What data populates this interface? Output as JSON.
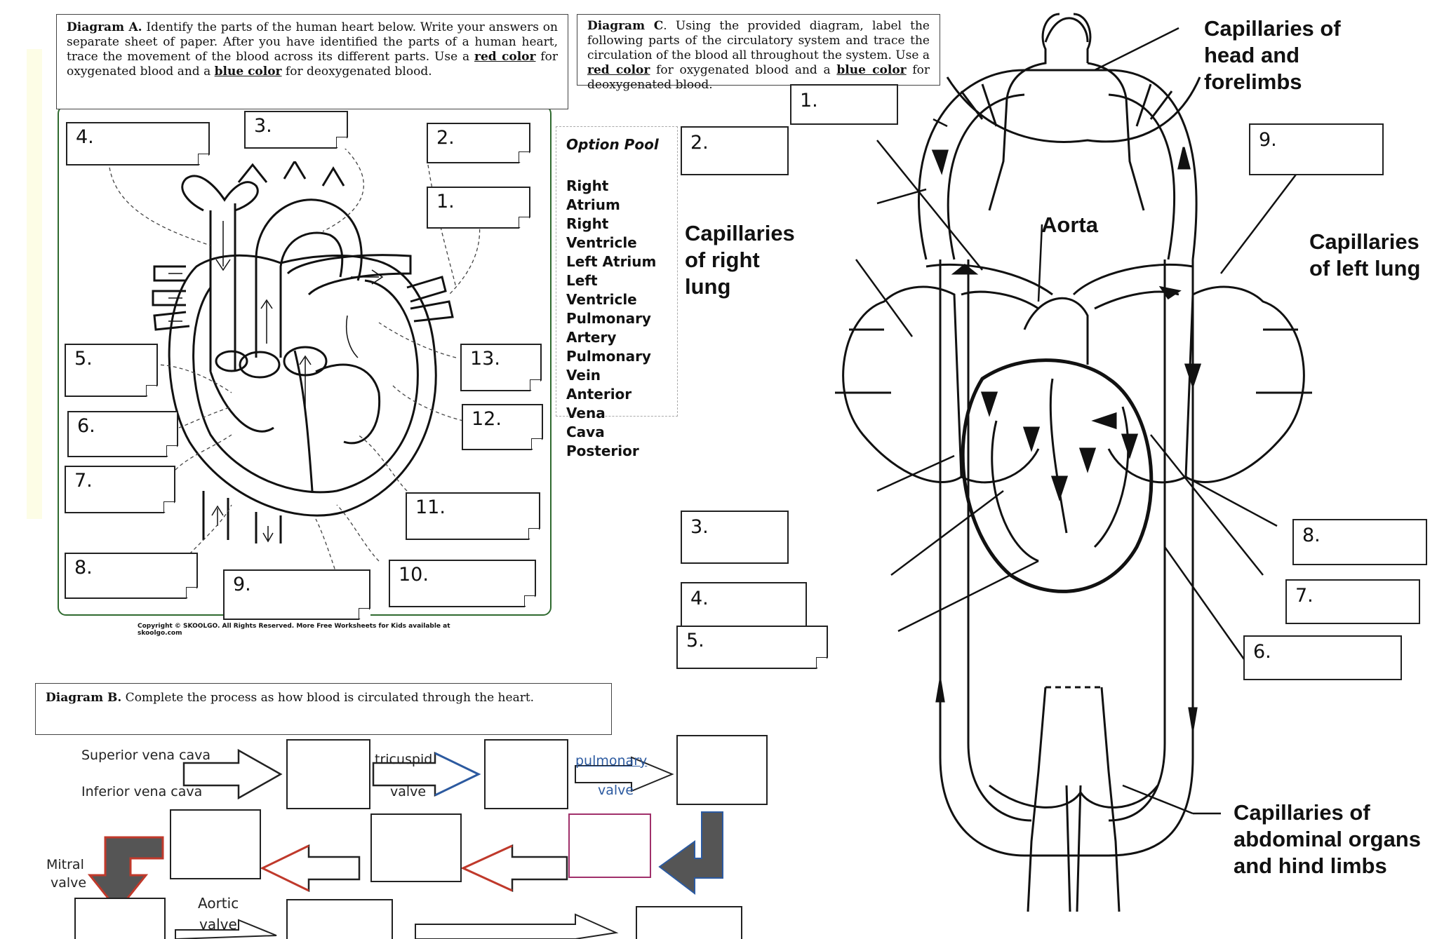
{
  "diagram_a": {
    "heading": "Diagram A.",
    "text": " Identify the parts of the human heart below. Write your answers on separate sheet of paper. After you have identified the parts of a human heart, trace the movement of the blood across its different parts. Use a ",
    "red": "red color",
    "mid": " for oxygenated blood and a ",
    "blue": "blue color",
    "end": " for deoxygenated blood.",
    "labels": [
      "1.",
      "2.",
      "3.",
      "4.",
      "5.",
      "6.",
      "7.",
      "8.",
      "9.",
      "10.",
      "11.",
      "12.",
      "13."
    ],
    "copyright": "Copyright © SKOOLGO. All Rights Reserved. More Free Worksheets for Kids available at skoolgo.com"
  },
  "option_pool": {
    "title": "Option  Pool",
    "items": [
      "Right Atrium",
      "Right",
      "Ventricle",
      "Left Atrium",
      "Left Ventricle",
      "Pulmonary",
      "Artery",
      "Pulmonary",
      "Vein",
      "Anterior Vena",
      "Cava",
      "Posterior"
    ]
  },
  "diagram_b": {
    "heading": "Diagram B.",
    "text": " Complete the process as how blood is circulated through the heart.",
    "superior": "Superior vena cava",
    "inferior": "Inferior vena cava",
    "tricuspid": "tricuspid",
    "tricuspid_valve": "valve",
    "pulmonary": "pulmonary",
    "pulmonary_valve": "valve",
    "mitral": "Mitral",
    "mitral_valve": "valve",
    "aortic": "Aortic",
    "aortic_valve": "valve"
  },
  "diagram_c": {
    "heading": "Diagram C",
    "text": ". Using the provided diagram, label the following parts of the circulatory system and trace the circulation of the blood all throughout the system. Use a ",
    "red": "red color",
    "mid": " for oxygenated blood and a ",
    "blue": "blue color",
    "end": " for deoxygenated blood.",
    "labels": [
      "1.",
      "2.",
      "3.",
      "4.",
      "5.",
      "6.",
      "7.",
      "8.",
      "9."
    ],
    "cap_head": "Capillaries of head and forelimbs",
    "cap_right_lung": "Capillaries of right lung",
    "cap_left_lung": "Capillaries of left lung",
    "aorta": "Aorta",
    "cap_abdominal": "Capillaries of abdominal organs and hind limbs"
  }
}
